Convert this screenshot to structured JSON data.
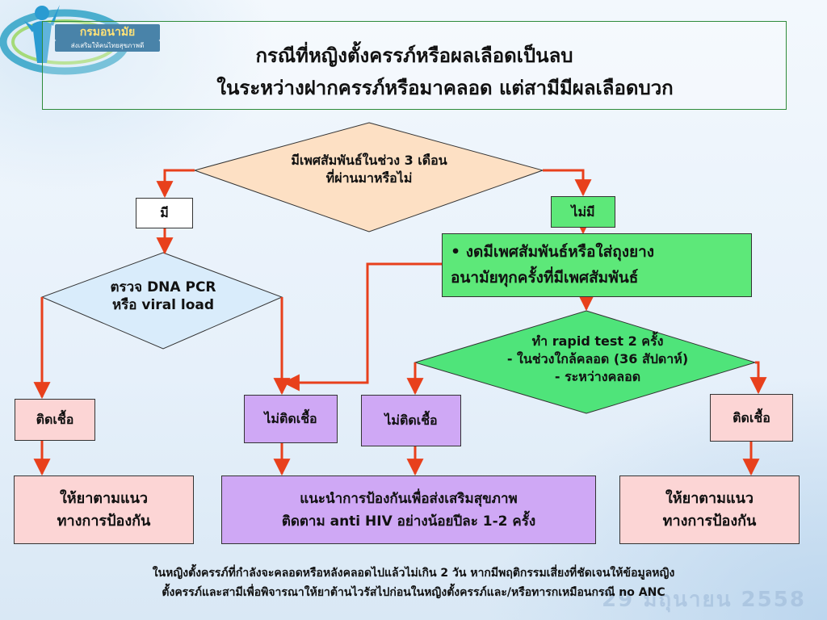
{
  "logo": {
    "name": "กรมอนามัย",
    "tagline": "ส่งเสริมให้คนไทยสุขภาพดี"
  },
  "title": {
    "line1": "กรณีที่หญิงตั้งครรภ์หรือผลเลือดเป็นลบ",
    "line2": "ในระหว่างฝากครรภ์หรือมาคลอด แต่สามีมีผลเลือดบวก"
  },
  "decision_sex": {
    "line1": "มีเพศสัมพันธ์ในช่วง 3 เดือน",
    "line2": "ที่ผ่านมาหรือไม่"
  },
  "answer_yes": "มี",
  "answer_no": "ไม่มี",
  "decision_dna": {
    "line1": "ตรวจ DNA PCR",
    "line2": "หรือ viral load"
  },
  "instruction": {
    "line1": "• งดมีเพศสัมพันธ์หรือใส่ถุงยาง",
    "line2": "อนามัยทุกครั้งที่มีเพศสัมพันธ์"
  },
  "decision_rapid": {
    "line1": "ทำ rapid test 2 ครั้ง",
    "line2": "- ในช่วงใกล้คลอด (36 สัปดาห์)",
    "line3": "- ระหว่างคลอด"
  },
  "result_infected_left": "ติดเชื้อ",
  "result_not_infected_1": "ไม่ติดเชื้อ",
  "result_not_infected_2": "ไม่ติดเชื้อ",
  "result_infected_right": "ติดเชื้อ",
  "action_left": {
    "line1": "ให้ยาตามแนว",
    "line2": "ทางการป้องกัน"
  },
  "action_middle": {
    "line1": "แนะนำการป้องกันเพื่อส่งเสริมสุขภาพ",
    "line2": "ติดตาม anti HIV อย่างน้อยปีละ 1-2 ครั้ง"
  },
  "action_right": {
    "line1": "ให้ยาตามแนว",
    "line2": "ทางการป้องกัน"
  },
  "footnote": {
    "line1": "ในหญิงตั้งครรภ์ที่กำลังจะคลอดหรือหลังคลอดไปแล้วไม่เกิน 2 วัน หากมีพฤติกรรมเสี่ยงที่ชัดเจนให้ข้อมูลหญิง",
    "line2": "ตั้งครรภ์และสามีเพื่อพิจารณาให้ยาต้านไวรัสไปก่อนในหญิงตั้งครรภ์และ/หรือทารกเหมือนกรณี no ANC"
  },
  "colors": {
    "arrow": "#e8401c",
    "diamond_peach": "#fde0c4",
    "diamond_blue": "#d9ecfb",
    "diamond_green": "#4fe47a",
    "box_pink": "#fcd5d5",
    "box_purple": "#cfa8f5",
    "box_green": "#5de879",
    "title_border": "#2e8b3a"
  }
}
